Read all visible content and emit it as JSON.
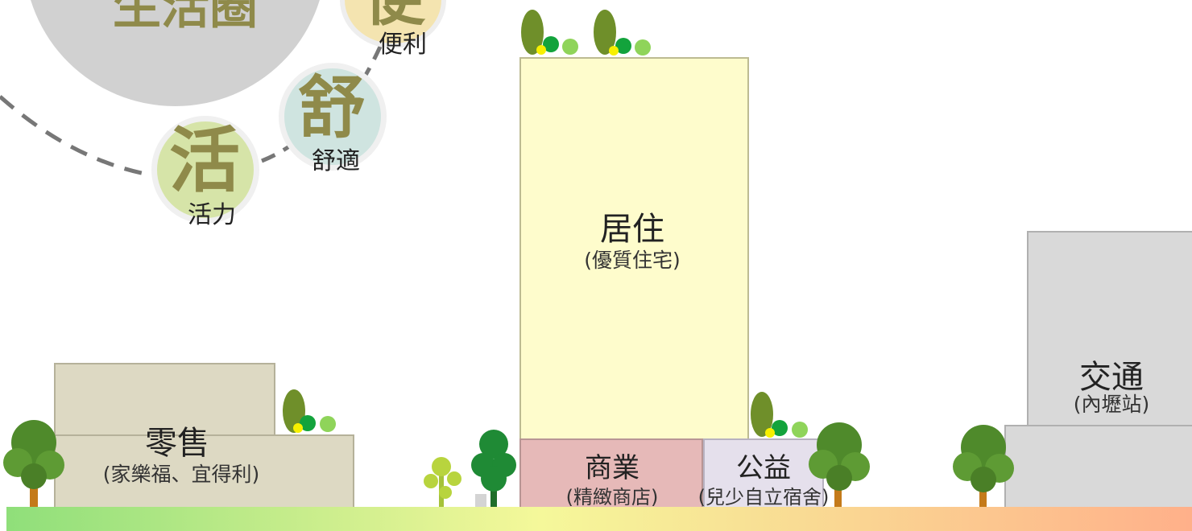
{
  "header_circle": {
    "text": "生活圈"
  },
  "badges": [
    {
      "char": "便",
      "label": "便利",
      "color": "#f4e4b0"
    },
    {
      "char": "舒",
      "label": "舒適",
      "color": "#cfe4e0"
    },
    {
      "char": "活",
      "label": "活力",
      "color": "#d6e4a8"
    }
  ],
  "buildings": {
    "retail": {
      "title": "零售",
      "subtitle": "(家樂福、宜得利)",
      "color": "#ddd9c3"
    },
    "residential": {
      "title": "居住",
      "subtitle": "(優質住宅)",
      "color": "#fefccc"
    },
    "commercial": {
      "title": "商業",
      "subtitle": "(精緻商店)",
      "color": "#e6b9b8"
    },
    "public": {
      "title": "公益",
      "subtitle": "(兒少自立宿舍)",
      "color": "#e5e0ec"
    },
    "transport": {
      "title": "交通",
      "subtitle": "(內壢站)",
      "color": "#d9d9d9"
    }
  },
  "colors": {
    "ground_gradient": [
      "#8fdf7a",
      "#f5f89a",
      "#ffb08a"
    ],
    "tree_green": "#4f8a2b",
    "trunk": "#c47a1a",
    "dash": "#777777"
  }
}
